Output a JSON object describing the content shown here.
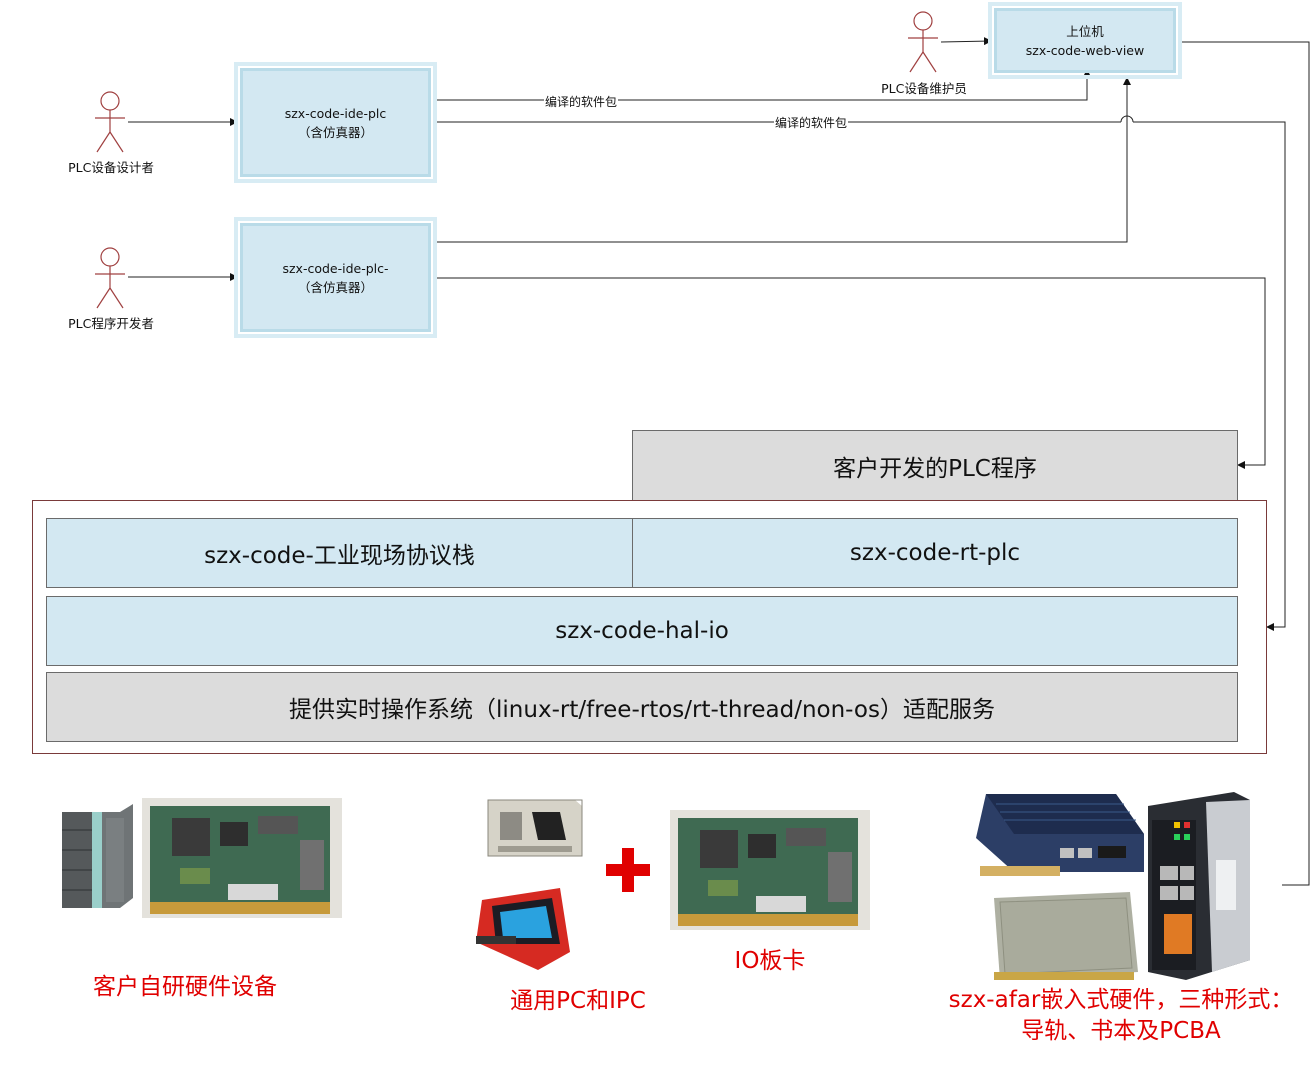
{
  "actors": {
    "designer": "PLC设备设计者",
    "developer": "PLC程序开发者",
    "maintainer": "PLC设备维护员"
  },
  "components": {
    "ide_plc": {
      "line1": "szx-code-ide-plc",
      "line2": "（含仿真器）"
    },
    "ide_plc_dev": {
      "line1": "szx-code-ide-plc-",
      "line2": "（含仿真器）"
    },
    "web_view": {
      "line1": "上位机",
      "line2": "szx-code-web-view"
    }
  },
  "edges": {
    "package_1": "编译的软件包",
    "package_2": "编译的软件包"
  },
  "stack": {
    "customer_program": "客户开发的PLC程序",
    "protocol_stack": "szx-code-工业现场协议栈",
    "rt_plc": "szx-code-rt-plc",
    "hal_io": "szx-code-hal-io",
    "os_adapter": "提供实时操作系统（linux-rt/free-rtos/rt-thread/non-os）适配服务"
  },
  "hardware": {
    "custom_device": "客户自研硬件设备",
    "pc_ipc": "通用PC和IPC",
    "io_card": "IO板卡",
    "afar_line1": "szx-afar嵌入式硬件，三种形式：",
    "afar_line2": "导轨、书本及PCBA"
  },
  "colors": {
    "component_fill": "#d3e8f2",
    "layer_gray": "#dcdcdc",
    "caption_red": "#e00000",
    "plus_red": "#e00000"
  }
}
